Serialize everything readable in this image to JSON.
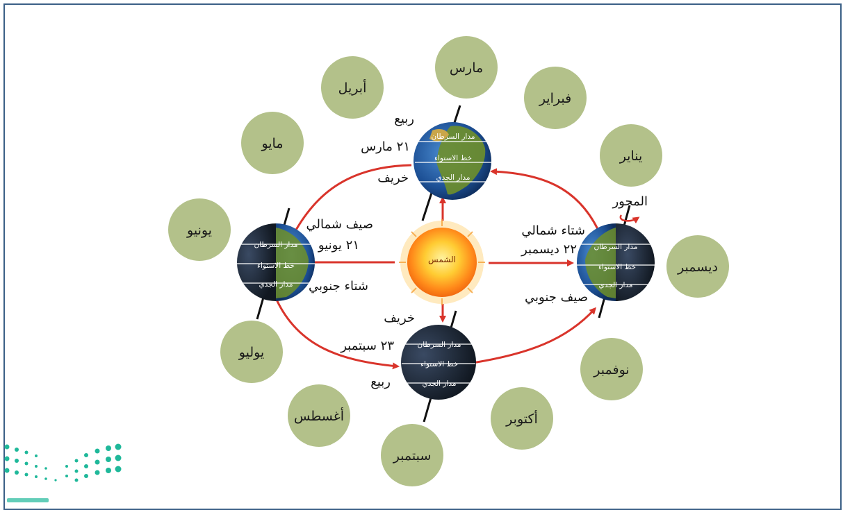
{
  "diagram": {
    "sun_label": "الشمس",
    "axis_label": "المحور",
    "latitude_lines": {
      "tropic_cancer": "مدار السرطان",
      "equator": "خط الاستواء",
      "tropic_capricorn": "مدار الجدي"
    },
    "months": {
      "march": "مارس",
      "april": "أبريل",
      "february": "فبراير",
      "may": "مايو",
      "january": "يناير",
      "june": "يونيو",
      "december": "ديسمبر",
      "july": "يوليو",
      "november": "نوفمبر",
      "august": "أغسطس",
      "october": "أكتوبر",
      "september": "سبتمبر"
    },
    "positions": {
      "march": {
        "season_top": "ربيع",
        "date": "٢١ مارس",
        "season_bottom": "خريف"
      },
      "june": {
        "season_top": "صيف شمالي",
        "date": "٢١ يونيو",
        "season_bottom": "شتاء جنوبي"
      },
      "september": {
        "season_top": "خريف",
        "date": "٢٣ سبتمبر",
        "season_bottom": "ربيع"
      },
      "december": {
        "season_top": "شتاء شمالي",
        "date": "٢٢ ديسمبر",
        "season_bottom": "صيف جنوبي"
      }
    },
    "colors": {
      "month_circle": "#b3c18a",
      "arrow": "#d9342b",
      "frame": "#3a5f86",
      "logo_green": "#1fb89a"
    }
  }
}
